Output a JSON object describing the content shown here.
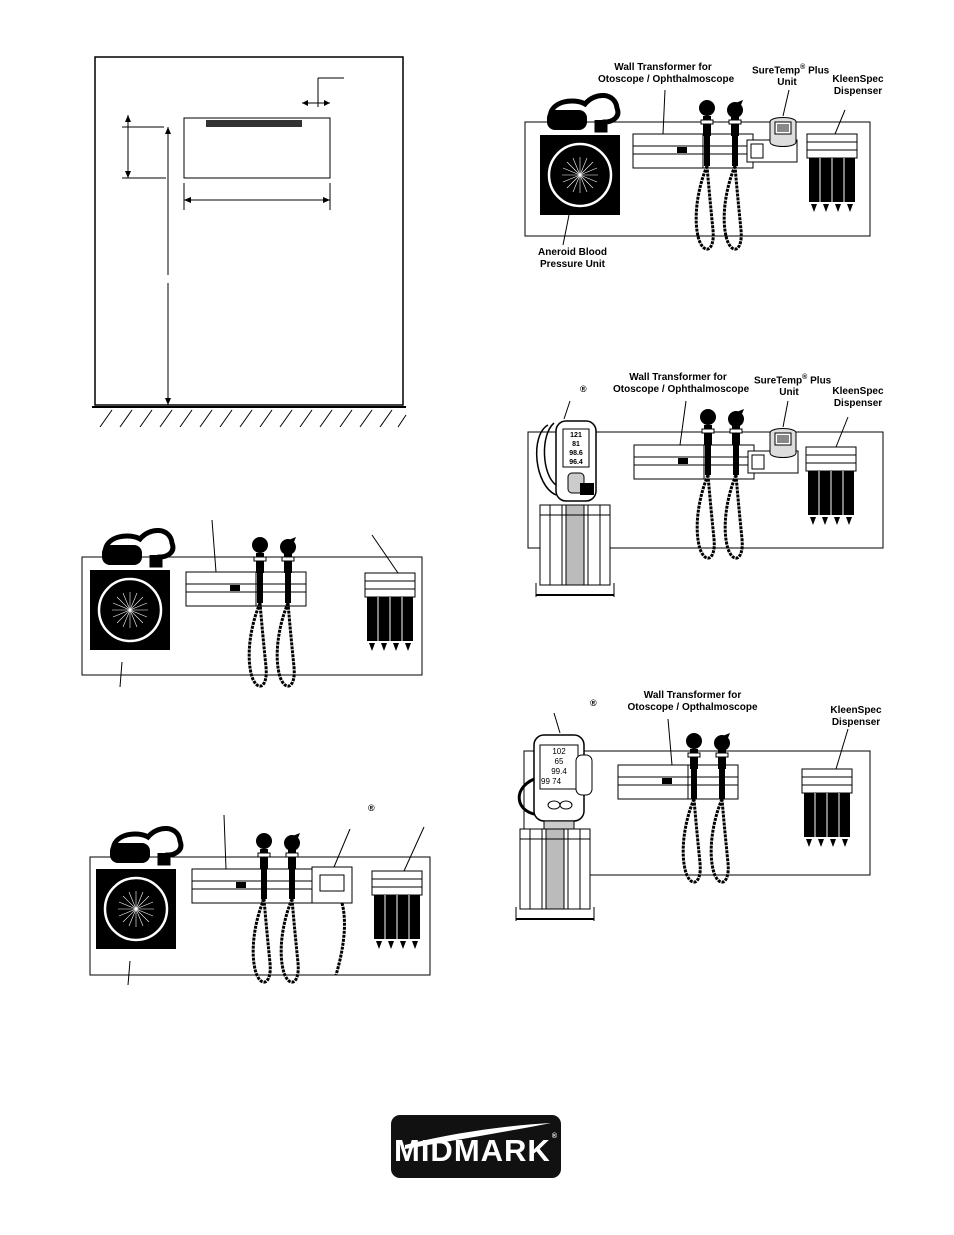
{
  "labels": {
    "d2_transformer": "Wall Transformer for",
    "d2_transformer2": "Otoscope / Ophthalmoscope",
    "d2_suretemp": "SureTemp",
    "d2_suretemp_plus": "Plus",
    "d2_unit": "Unit",
    "d2_kleenspec": "KleenSpec",
    "d2_dispenser": "Dispenser",
    "d2_aneroid": "Aneroid Blood",
    "d2_pressure": "Pressure Unit",
    "d4_transformer": "Wall Transformer for",
    "d4_transformer2": "Otoscope / Ophthalmoscope",
    "d4_suretemp": "SureTemp",
    "d4_suretemp_plus": "Plus",
    "d4_unit": "Unit",
    "d4_kleenspec": "KleenSpec",
    "d4_dispenser": "Dispenser",
    "d6_transformer": "Wall Transformer for",
    "d6_transformer2": "Otoscope / Opthalmoscope",
    "d6_kleenspec": "KleenSpec",
    "d6_dispenser": "Dispenser",
    "registered": "®"
  },
  "monitor_screen_d4": [
    "121",
    "81",
    "98.6",
    "96.4"
  ],
  "monitor_screen_d6": [
    "102",
    "65",
    "99.4",
    "99  74"
  ],
  "logo": {
    "text": "MIDMARK",
    "mark": "®"
  },
  "colors": {
    "ink": "#000000",
    "paper": "#ffffff",
    "logo_bg": "#111111",
    "gray": "#bbbbbb"
  },
  "icons": [
    "blood-pressure-gauge-icon",
    "otoscope-icon",
    "ophthalmoscope-icon",
    "thermometer-icon",
    "speculum-dispenser-icon",
    "vital-signs-monitor-icon"
  ]
}
